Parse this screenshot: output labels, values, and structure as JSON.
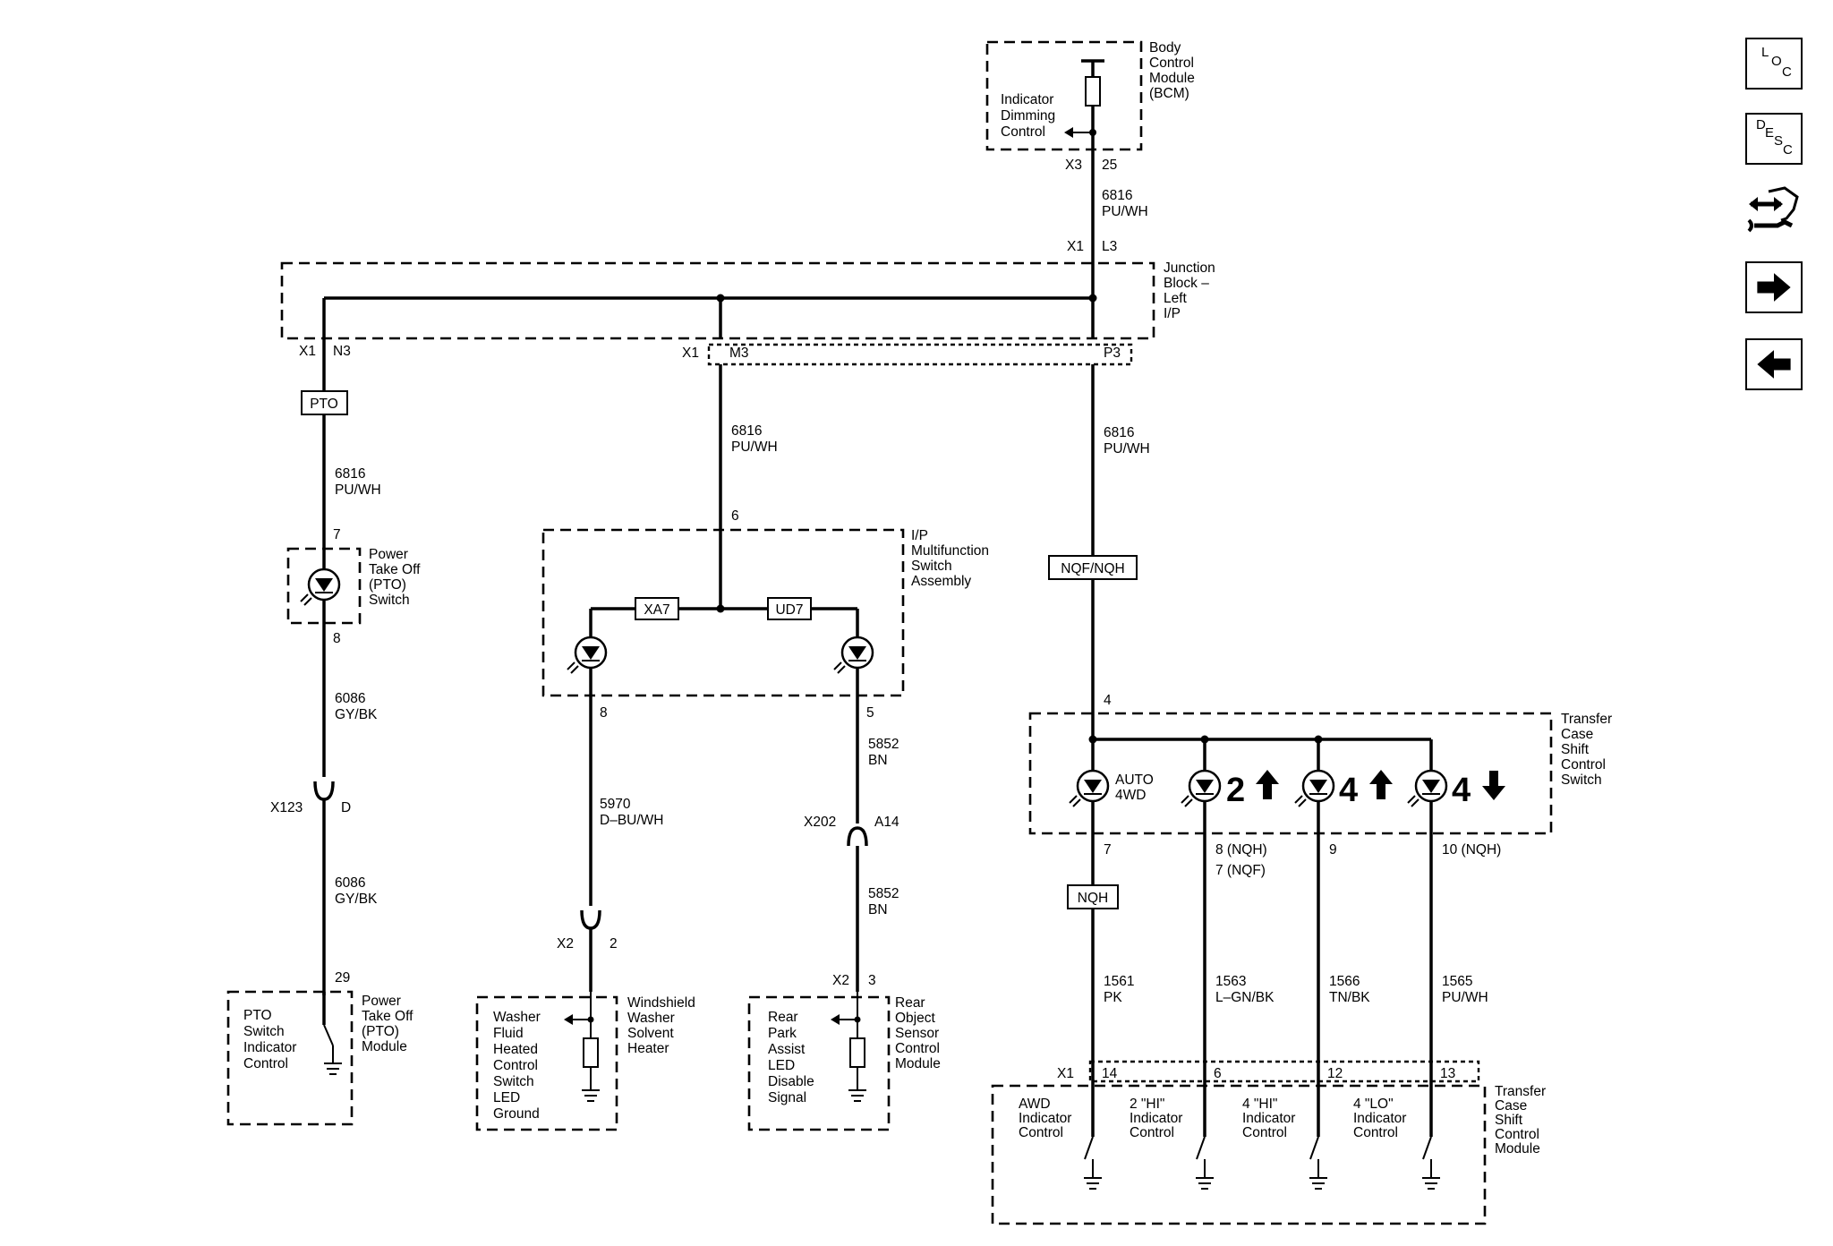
{
  "components": {
    "bcm": {
      "name": [
        "Body",
        "Control",
        "Module",
        "(BCM)"
      ],
      "func": [
        "Indicator",
        "Dimming",
        "Control"
      ],
      "pins": {
        "conn": "X3",
        "pin": "25"
      }
    },
    "junction_block": {
      "name": [
        "Junction",
        "Block –",
        "Left",
        "I/P"
      ],
      "top_conn": "X1",
      "top_pin": "L3",
      "n3_conn": "X1",
      "n3": "N3",
      "m3_conn": "X1",
      "m3": "M3",
      "p3": "P3"
    },
    "pto_switch": {
      "name": [
        "Power",
        "Take Off",
        "(PTO)",
        "Switch"
      ],
      "pin_in": "7",
      "pin_out": "8"
    },
    "ip_switch": {
      "name": [
        "I/P",
        "Multifunction",
        "Switch",
        "Assembly"
      ],
      "pin_in": "6",
      "pin_left": "8",
      "pin_right": "5",
      "tag_left": "XA7",
      "tag_right": "UD7"
    },
    "transfer_switch": {
      "name": [
        "Transfer",
        "Case",
        "Shift",
        "Control",
        "Switch"
      ],
      "pin_in": "4",
      "auto_label": [
        "AUTO",
        "4WD"
      ],
      "sym_2": "2",
      "sym_4a": "4",
      "sym_4b": "4",
      "pins": [
        "7",
        "8 (NQH)",
        "7 (NQF)",
        "9",
        "10 (NQH)"
      ]
    },
    "pto_module": {
      "name": [
        "Power",
        "Take Off",
        "(PTO)",
        "Module"
      ],
      "func": [
        "PTO",
        "Switch",
        "Indicator",
        "Control"
      ],
      "pin": "29"
    },
    "washer_heater": {
      "name": [
        "Windshield",
        "Washer",
        "Solvent",
        "Heater"
      ],
      "func": [
        "Washer",
        "Fluid",
        "Heated",
        "Control",
        "Switch",
        "LED",
        "Ground"
      ],
      "conn": "X2",
      "pin": "2"
    },
    "rear_object": {
      "name": [
        "Rear",
        "Object",
        "Sensor",
        "Control",
        "Module"
      ],
      "func": [
        "Rear",
        "Park",
        "Assist",
        "LED",
        "Disable",
        "Signal"
      ],
      "conn": "X2",
      "pin": "3"
    },
    "transfer_module": {
      "name": [
        "Transfer",
        "Case",
        "Shift",
        "Control",
        "Module"
      ],
      "conn": "X1",
      "pins": [
        "14",
        "6",
        "12",
        "13"
      ],
      "funcs": [
        [
          "AWD",
          "Indicator",
          "Control"
        ],
        [
          "2 \"HI\"",
          "Indicator",
          "Control"
        ],
        [
          "4 \"HI\"",
          "Indicator",
          "Control"
        ],
        [
          "4 \"LO\"",
          "Indicator",
          "Control"
        ]
      ]
    }
  },
  "wires": {
    "bcm_jb": {
      "circuit": "6816",
      "color": "PU/WH"
    },
    "pto_feed": {
      "circuit": "6816",
      "color": "PU/WH"
    },
    "ip_feed": {
      "circuit": "6816",
      "color": "PU/WH"
    },
    "tc_feed": {
      "circuit": "6816",
      "color": "PU/WH"
    },
    "pto_upper": {
      "circuit": "6086",
      "color": "GY/BK"
    },
    "pto_lower": {
      "circuit": "6086",
      "color": "GY/BK"
    },
    "washer": {
      "circuit": "5970",
      "color": "D–BU/WH"
    },
    "rpa_upper": {
      "circuit": "5852",
      "color": "BN"
    },
    "rpa_lower": {
      "circuit": "5852",
      "color": "BN"
    },
    "awd": {
      "circuit": "1561",
      "color": "PK"
    },
    "hi2": {
      "circuit": "1563",
      "color": "L–GN/BK"
    },
    "hi4": {
      "circuit": "1566",
      "color": "TN/BK"
    },
    "lo4": {
      "circuit": "1565",
      "color": "PU/WH"
    }
  },
  "connectors": {
    "x123": {
      "name": "X123",
      "pin": "D"
    },
    "x202": {
      "name": "X202",
      "pin": "A14"
    }
  },
  "option_tags": {
    "pto": "PTO",
    "nqf_nqh": "NQF/NQH",
    "nqh": "NQH"
  },
  "nav_buttons": {
    "loc": [
      "L",
      "O",
      "C"
    ],
    "desc": [
      "D",
      "E",
      "S",
      "C"
    ]
  }
}
